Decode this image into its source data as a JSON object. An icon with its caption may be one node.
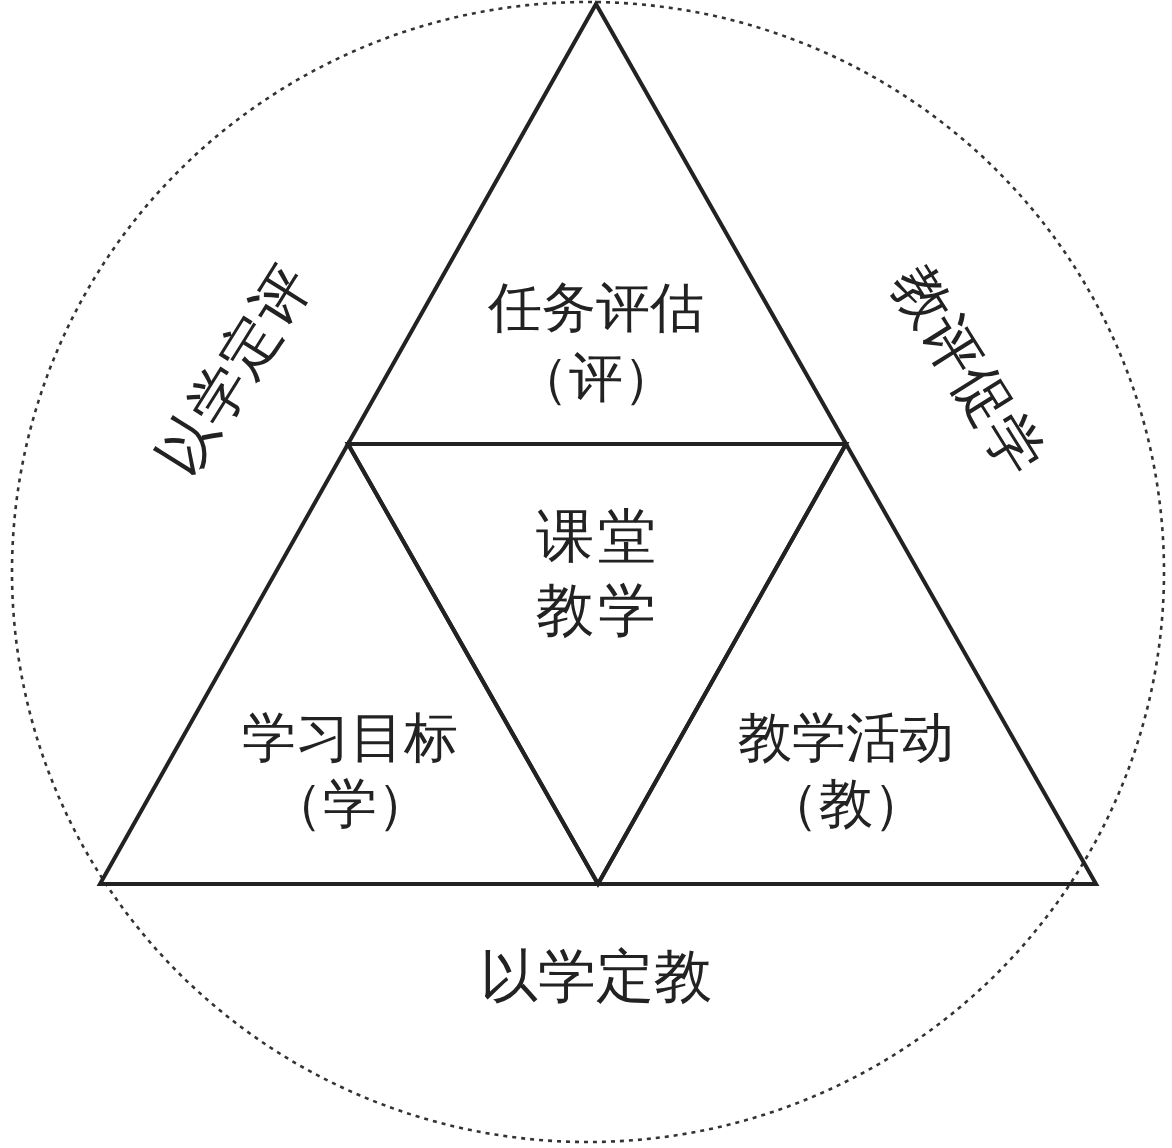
{
  "diagram": {
    "nodes": [
      {
        "text": [],
        "shape": "circle"
      },
      {
        "text": [
          "任务评估",
          "（评）"
        ],
        "in": 0
      },
      {
        "text": [
          "课堂教学"
        ],
        "in": 0
      },
      {
        "text": [
          "学习目标",
          "（学）"
        ],
        "in": 0
      },
      {
        "text": [
          "教学活动",
          "（教）"
        ],
        "in": 0
      }
    ],
    "labels": [
      "以学定评",
      "教评促学",
      "以学定教"
    ]
  }
}
